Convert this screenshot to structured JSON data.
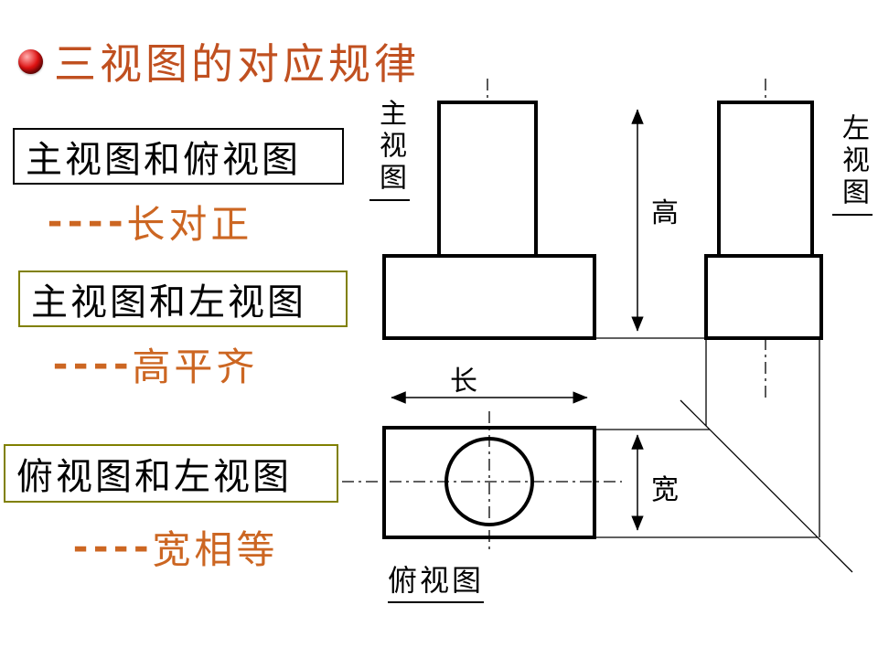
{
  "slide": {
    "title": {
      "text": "三视图的对应规律"
    },
    "rules": [
      {
        "box_label": "主视图和俯视图",
        "dashes": "----",
        "rule_text": "长对正"
      },
      {
        "box_label": "主视图和左视图",
        "dashes": "----",
        "rule_text": "高平齐"
      },
      {
        "box_label": "俯视图和左视图",
        "dashes": "----",
        "rule_text": "宽相等"
      }
    ],
    "drawing": {
      "labels": {
        "front_view": "主视图",
        "side_view": "左视图",
        "top_view": "俯视图",
        "height": "高",
        "length": "长",
        "width": "宽"
      }
    },
    "colors": {
      "title": "#C05020",
      "rule_text": "#CC6622",
      "box1_border": "#000000",
      "box2_border": "#808000",
      "box3_border": "#808000",
      "bullet": "#CC0000",
      "drawing_lines": "#000000",
      "background": "#FFFFFF"
    }
  }
}
